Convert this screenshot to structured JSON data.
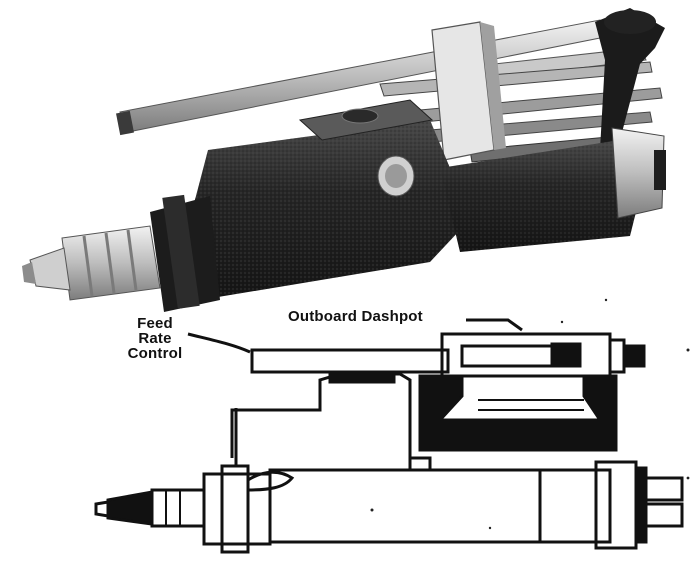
{
  "labels": {
    "feed_rate_control": [
      "Feed",
      "Rate",
      "Control"
    ],
    "outboard_dashpot": "Outboard Dashpot"
  },
  "colors": {
    "ink": "#111111",
    "body_dark": "#2b2b2b",
    "metal_light": "#d8d8d8",
    "metal_mid": "#a9a9a9",
    "paper": "#ffffff"
  }
}
